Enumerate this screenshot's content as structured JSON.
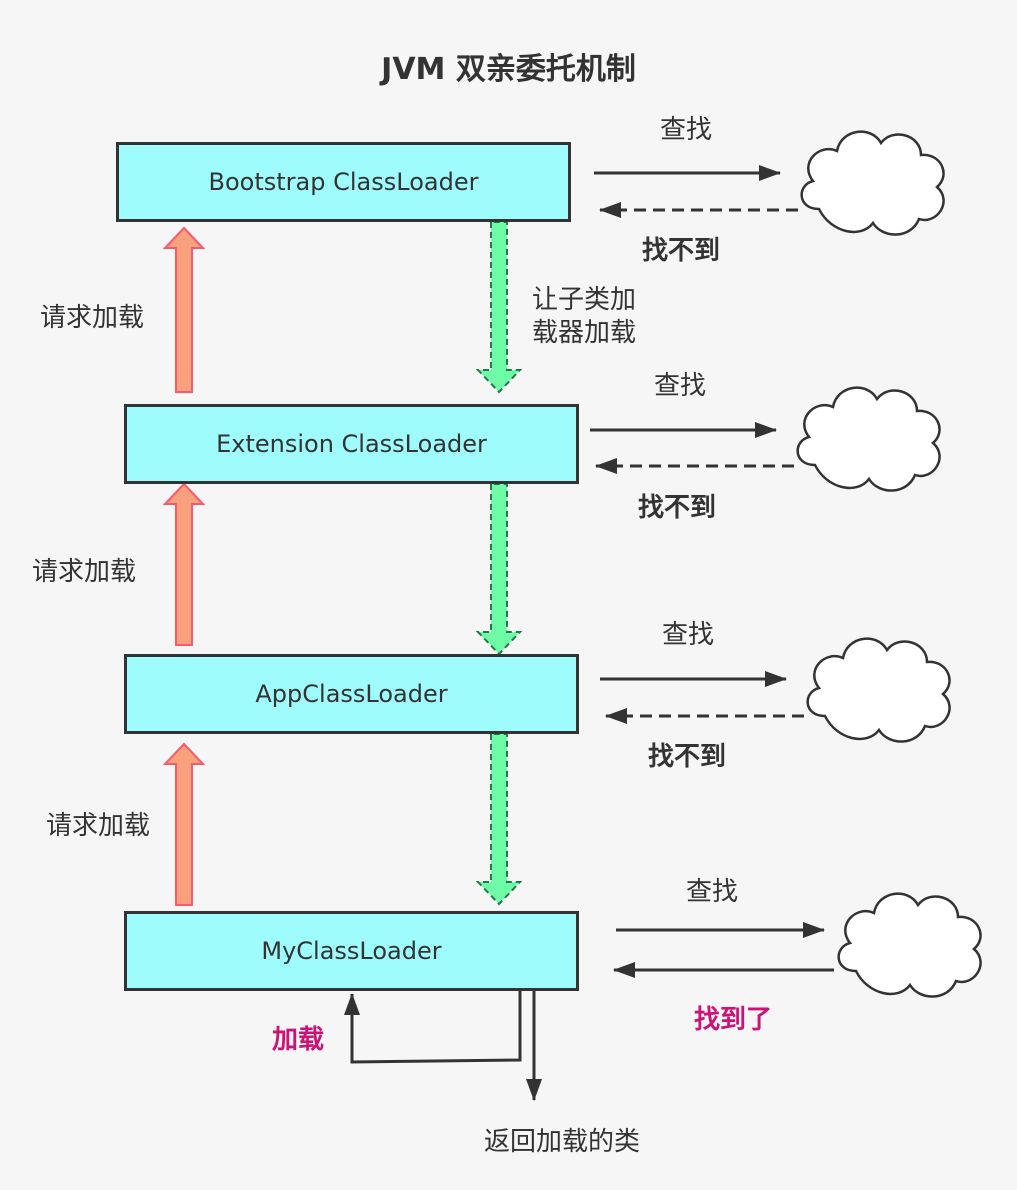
{
  "title": "JVM 双亲委托机制",
  "loaders": [
    {
      "name": "Bootstrap ClassLoader"
    },
    {
      "name": "Extension ClassLoader"
    },
    {
      "name": "AppClassLoader"
    },
    {
      "name": "MyClassLoader"
    }
  ],
  "labels": {
    "request_load": "请求加载",
    "delegate_child": "让子类加\n载器加载",
    "find": "查找",
    "not_found": "找不到",
    "found": "找到了",
    "load": "加载",
    "return_class": "返回加载的类"
  },
  "colors": {
    "box_fill": "#9ffcfd",
    "up_arrow": "#f9a07d",
    "down_arrow": "#6ffca6",
    "highlight_text": "#cc1177"
  }
}
